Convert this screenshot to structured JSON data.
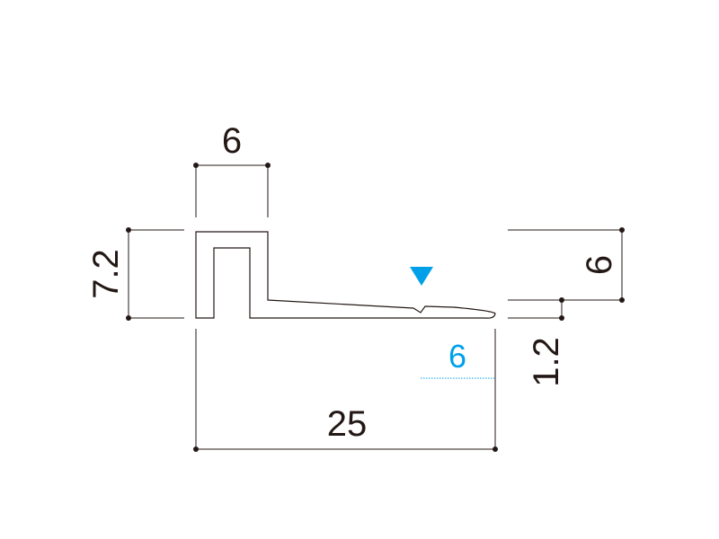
{
  "colors": {
    "ink": "#231815",
    "accent": "#00a0e9"
  },
  "dimensions": {
    "top_width": "6",
    "left_height": "7.2",
    "bottom_width": "25",
    "right_height": "6",
    "right_thickness": "1.2",
    "accent_value": "6"
  },
  "marker": {
    "icon": "triangle-down-icon"
  }
}
